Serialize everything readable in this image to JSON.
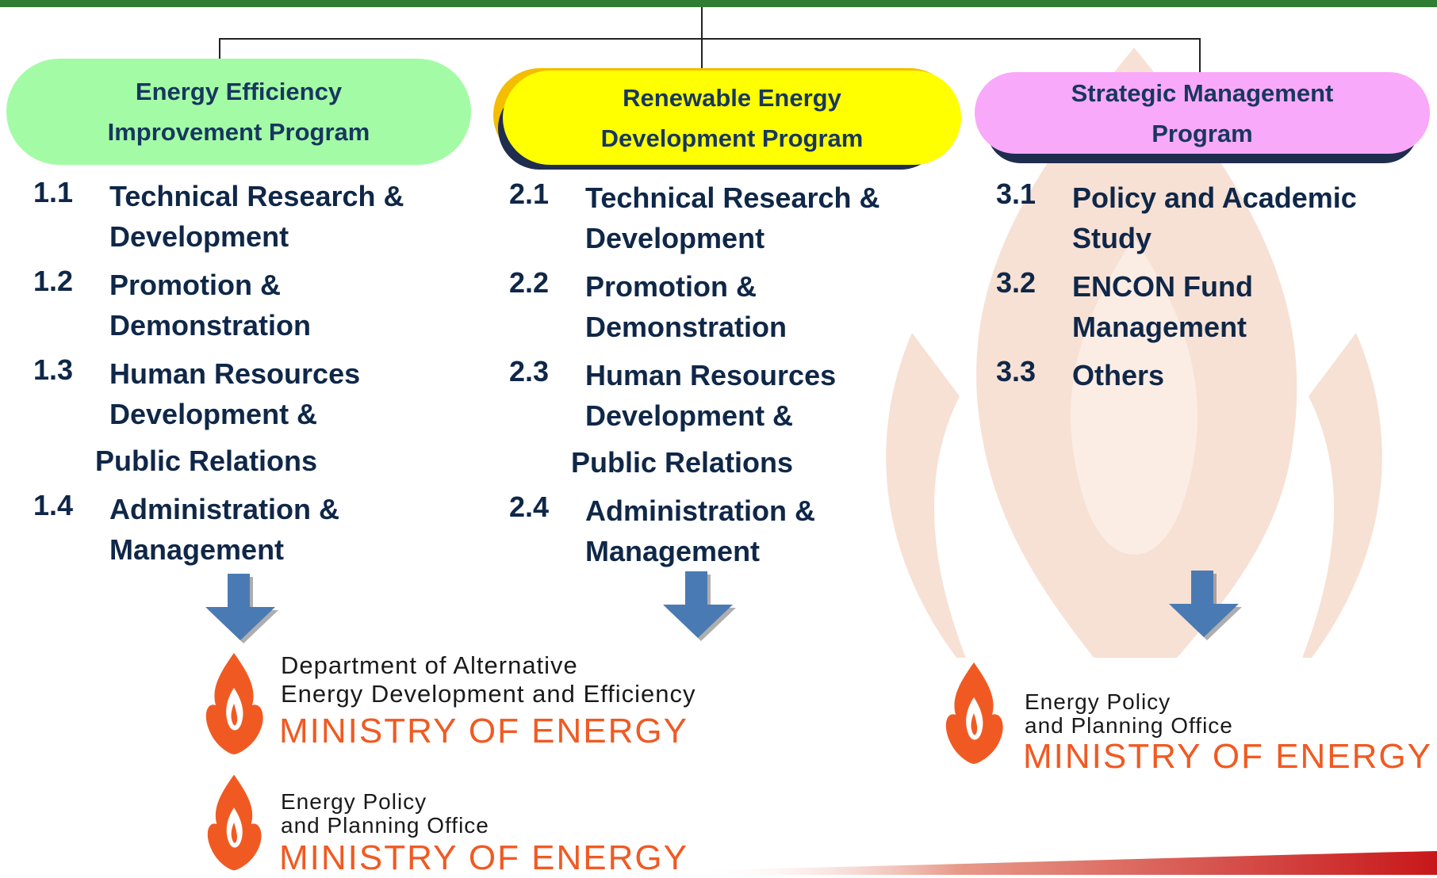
{
  "colors": {
    "top_bar": "#2f7d32",
    "pill_efficiency": "#a4fba6",
    "pill_renewable": "#ffff00",
    "pill_strategic": "#f9a9f9",
    "text_dark_blue": "#0f2748",
    "arrow_blue": "#4a7ab3",
    "ministry_orange": "#f05a22"
  },
  "programs": [
    {
      "title": "Energy  Efficiency\nImprovement Program",
      "items": [
        {
          "num": "1.1",
          "text": "Technical Research & Development"
        },
        {
          "num": "1.2",
          "text": "Promotion & Demonstration"
        },
        {
          "num": "1.3",
          "text": "Human Resources Development &",
          "continuation": "Public Relations"
        },
        {
          "num": "1.4",
          "text": "Administration & Management"
        }
      ]
    },
    {
      "title": "Renewable Energy\nDevelopment Program",
      "items": [
        {
          "num": "2.1",
          "text": "Technical Research & Development"
        },
        {
          "num": "2.2",
          "text": "Promotion & Demonstration"
        },
        {
          "num": "2.3",
          "text": "Human Resources Development &",
          "continuation": "Public Relations"
        },
        {
          "num": "2.4",
          "text": "Administration & Management"
        }
      ]
    },
    {
      "title": "Strategic Management\nProgram",
      "items": [
        {
          "num": "3.1",
          "text": "Policy and Academic Study"
        },
        {
          "num": "3.2",
          "text": "ENCON Fund Management"
        },
        {
          "num": "3.3",
          "text": "Others"
        }
      ]
    }
  ],
  "logos": {
    "dede": {
      "line1": "Department of Alternative",
      "line2": "Energy Development and Efficiency",
      "ministry": "MINISTRY OF ENERGY"
    },
    "eppo": {
      "line1": "Energy Policy",
      "line2": "and Planning Office",
      "ministry": "MINISTRY OF ENERGY"
    }
  }
}
